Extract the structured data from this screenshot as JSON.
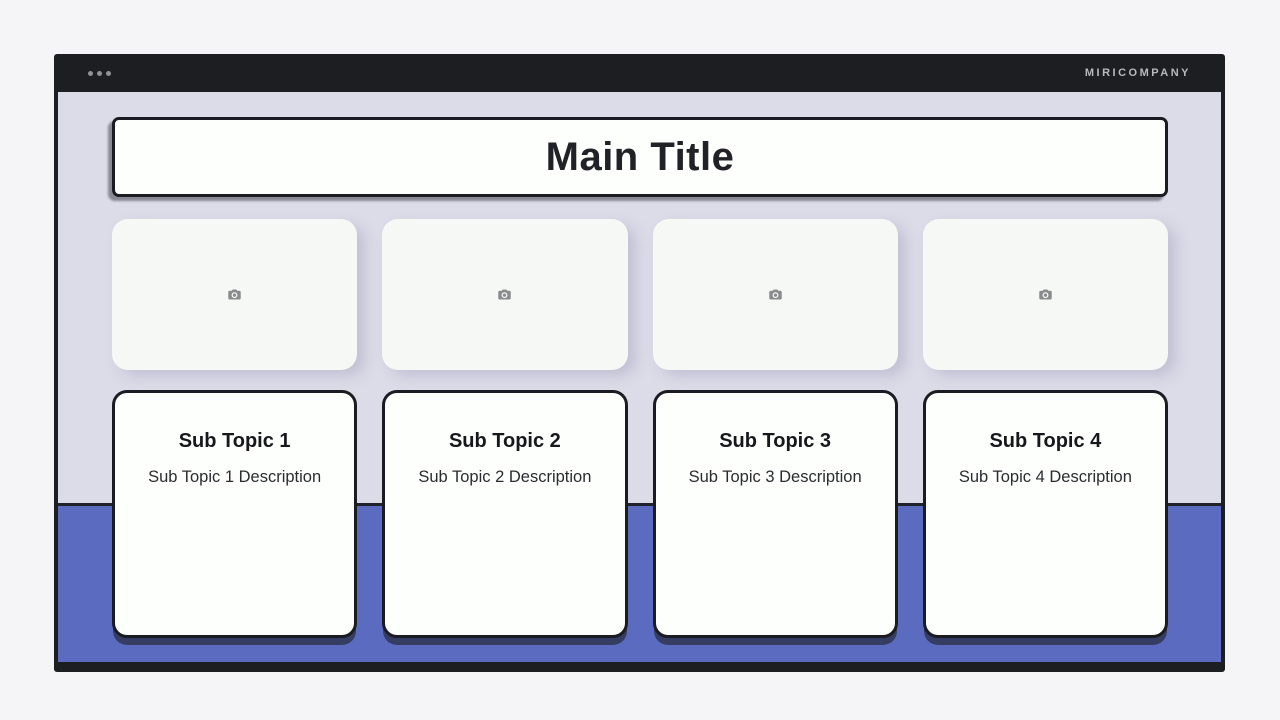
{
  "window": {
    "titlebar": {
      "menu_icon": "ellipsis-icon",
      "brand": "MIRICOMPANY"
    }
  },
  "slide": {
    "main_title": "Main Title",
    "image_placeholders": [
      {
        "icon": "camera-icon"
      },
      {
        "icon": "camera-icon"
      },
      {
        "icon": "camera-icon"
      },
      {
        "icon": "camera-icon"
      }
    ],
    "topics": [
      {
        "title": "Sub Topic 1",
        "description": "Sub Topic 1 Description"
      },
      {
        "title": "Sub Topic 2",
        "description": "Sub Topic 2 Description"
      },
      {
        "title": "Sub Topic 3",
        "description": "Sub Topic 3 Description"
      },
      {
        "title": "Sub Topic 4",
        "description": "Sub Topic 4 Description"
      }
    ]
  },
  "colors": {
    "frame_dark": "#1d1e22",
    "content_lavender": "#dcdce8",
    "accent_blue": "#5b6cc0",
    "card_white": "#fdfffd",
    "outer_background": "#f5f5f7"
  }
}
